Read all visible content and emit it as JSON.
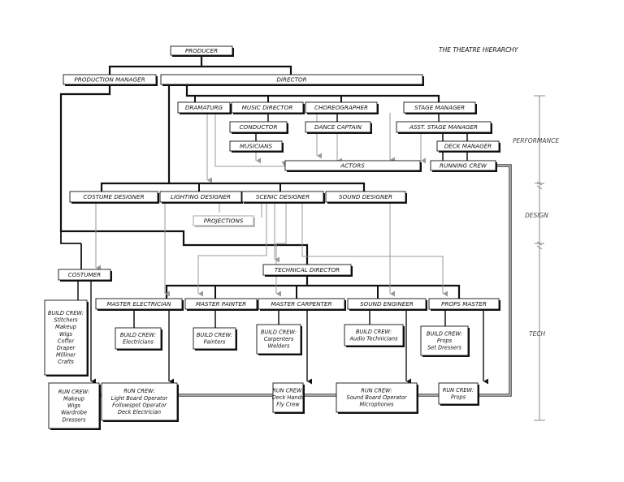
{
  "title": "THE THEATRE HIERARCHY",
  "side_labels": {
    "performance": "PERFORMANCE",
    "design": "DESIGN",
    "tech": "TECH"
  },
  "nodes": {
    "producer": "PRODUCER",
    "production_manager": "PRODUCTION MANAGER",
    "director": "DIRECTOR",
    "dramaturg": "DRAMATURG",
    "music_director": "MUSIC DIRECTOR",
    "choreographer": "CHOREOGRAPHER",
    "stage_manager": "STAGE MANAGER",
    "conductor": "CONDUCTOR",
    "dance_captain": "DANCE CAPTAIN",
    "asst_stage_manager": "ASST. STAGE MANAGER",
    "musicians": "MUSICIANS",
    "deck_manager": "DECK MANAGER",
    "actors": "ACTORS",
    "running_crew": "RUNNING CREW",
    "costume_designer": "COSTUME DESIGNER",
    "lighting_designer": "LIGHTING DESIGNER",
    "scenic_designer": "SCENIC DESIGNER",
    "sound_designer": "SOUND DESIGNER",
    "projections": "PROJECTIONS",
    "costumer": "COSTUMER",
    "technical_director": "TECHNICAL DIRECTOR",
    "master_electrician": "MASTER ELECTRICIAN",
    "master_painter": "MASTER PAINTER",
    "master_carpenter": "MASTER CARPENTER",
    "sound_engineer": "SOUND ENGINEER",
    "props_master": "PROPS MASTER"
  },
  "crews": {
    "costume_build": [
      "BUILD CREW:",
      "Stitchers",
      "Makeup",
      "Wigs",
      "Coffer",
      "Draper",
      "Milliner",
      "Crafts"
    ],
    "electric_build": [
      "BUILD CREW:",
      "Electricians"
    ],
    "painter_build": [
      "BUILD CREW:",
      "Painters"
    ],
    "carpenter_build": [
      "BUILD CREW:",
      "Carpenters",
      "Welders"
    ],
    "sound_build": [
      "BUILD CREW:",
      "Audio Technicians"
    ],
    "props_build": [
      "BUILD CREW:",
      "Props",
      "Set Dressers"
    ],
    "costume_run": [
      "RUN CREW:",
      "Makeup",
      "Wigs",
      "Wardrobe",
      "Dressers"
    ],
    "electric_run": [
      "RUN CREW:",
      "Light Board Operator",
      "Followspot Operator",
      "Deck Electrician"
    ],
    "carpenter_run": [
      "RUN CREW:",
      "Deck Hands",
      "Fly Crew"
    ],
    "sound_run": [
      "RUN CREW:",
      "Sound Board Operator",
      "Microphones"
    ],
    "props_run": [
      "RUN CREW:",
      "Props"
    ]
  }
}
